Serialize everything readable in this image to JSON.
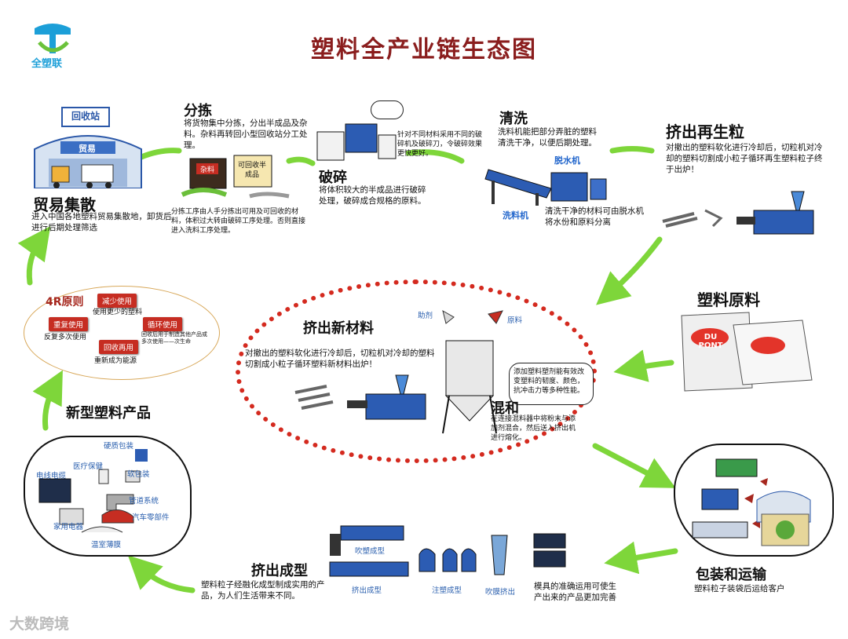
{
  "header": {
    "title": "塑料全产业链生态图",
    "logo_text": "全塑联"
  },
  "nodes": {
    "recycle_station": {
      "sign": "回收站",
      "building": "贸易"
    },
    "trade": {
      "title": "贸易集散",
      "desc": "进入中国各地塑料贸易集散地，卸货后进行后期处理筛选"
    },
    "sorting": {
      "title": "分拣",
      "desc": "将货物集中分拣，分出半成品及杂料。杂料再转回小型回收站分工处理。",
      "desc2": "分拣工序由人手分拣出可用及可回收的材料，体积过大转由破碎工序处理。否则直接进入洗料工序处理。",
      "bin1": "杂料",
      "bin2": "可回收半成品"
    },
    "crushing": {
      "title": "破碎",
      "desc": "将体积较大的半成品进行破碎处理，破碎成合规格的原料。",
      "bubble": "针对不同材料采用不同的破碎机及破碎刀，令破碎效果更快更好。"
    },
    "washing": {
      "title": "清洗",
      "desc": "洗料机能把部分弄脏的塑料清洗干净，以便后期处理。",
      "machine1": "洗料机",
      "machine2": "脱水机",
      "desc2": "清洗干净的材料可由脱水机将水份和原料分离"
    },
    "extrude_regen": {
      "title": "挤出再生粒",
      "desc": "对撤出的塑料软化进行冷却后，切粒机对冷却的塑料切割成小粒子循环再生塑料粒子终于出炉！"
    },
    "raw_material": {
      "title": "塑料原料",
      "brand": "DU PONT"
    },
    "new_material": {
      "title": "挤出新材料",
      "desc": "对撤出的塑料软化进行冷却后，切粒机对冷却的塑料切割成小粒子循环塑料新材料出炉！",
      "additive": "助剂",
      "raw": "原料",
      "mixing": "混和",
      "mixing_desc": "在连接混料器中将粉末与添加剂混合，然后送入挤出机进行熔化。",
      "bubble": "添加塑料塑剂能有效改变塑料的韧度、颜色，抗冲击力等多种性能。"
    },
    "packaging": {
      "title": "包装和运输",
      "desc": "塑料粒子装袋后运给客户"
    },
    "molding": {
      "title": "挤出成型",
      "desc": "塑料粒子经融化成型制成实用的产品，为人们生活带来不同。",
      "labels": [
        "吹塑成型",
        "挤出成型",
        "注塑成型",
        "吹膜挤出"
      ],
      "mold_desc": "模具的准确运用可使生产出来的产品更加完善"
    },
    "new_products": {
      "title": "新型塑料产品",
      "items": [
        "硬质包装",
        "医疗保健",
        "电线电缆",
        "软包装",
        "管道系统",
        "家用电器",
        "汽车零部件",
        "温室薄膜"
      ]
    },
    "four_r": {
      "title": "4R原则",
      "items": [
        {
          "tag": "减少使用",
          "desc": "使用更少的塑料"
        },
        {
          "tag": "重复使用",
          "desc": "反复多次使用"
        },
        {
          "tag": "循环使用",
          "desc": "回收后用于制造其他产品或多次使用——次生命"
        },
        {
          "tag": "回收再用",
          "desc": "重新成为能源"
        }
      ]
    }
  },
  "watermark": "大数跨境",
  "colors": {
    "arrow": "#7ed63a",
    "title": "#8a1d1d",
    "dotted_ring": "#d42a1f",
    "machine_blue": "#1f5fc2"
  }
}
